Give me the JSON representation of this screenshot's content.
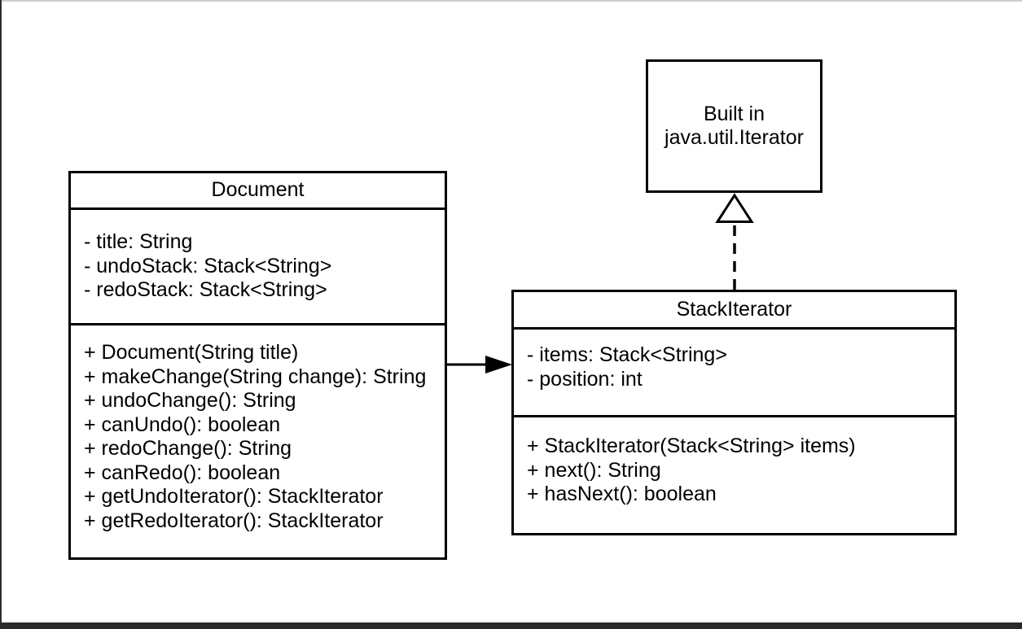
{
  "page": {
    "background": "#ffffff",
    "frame": {
      "top_edge_color": "#cdcdcd",
      "left_edge_color": "#2e2e2e",
      "bottom_bar_color": "#2a2a2a"
    }
  },
  "diagram": {
    "type": "uml-class-diagram",
    "line_color": "#000000",
    "builtin": {
      "line1": "Built in",
      "line2": "java.util.Iterator"
    },
    "document": {
      "title": "Document",
      "attributes": [
        "- title: String",
        "- undoStack: Stack<String>",
        "- redoStack: Stack<String>"
      ],
      "methods": [
        "+ Document(String title)",
        "+ makeChange(String change): String",
        "+ undoChange(): String",
        "+ canUndo(): boolean",
        "+ redoChange(): String",
        "+ canRedo(): boolean",
        "+ getUndoIterator(): StackIterator",
        "+ getRedoIterator(): StackIterator"
      ]
    },
    "stack_iterator": {
      "title": "StackIterator",
      "attributes": [
        "- items: Stack<String>",
        "- position: int"
      ],
      "methods": [
        "+ StackIterator(Stack<String> items)",
        "+ next(): String",
        "+ hasNext(): boolean"
      ]
    },
    "relationships": [
      {
        "type": "association",
        "from": "Document",
        "to": "StackIterator",
        "arrow": "solid-filled"
      },
      {
        "type": "realization",
        "from": "StackIterator",
        "to": "java.util.Iterator",
        "arrow": "dashed-hollow-triangle"
      }
    ]
  }
}
